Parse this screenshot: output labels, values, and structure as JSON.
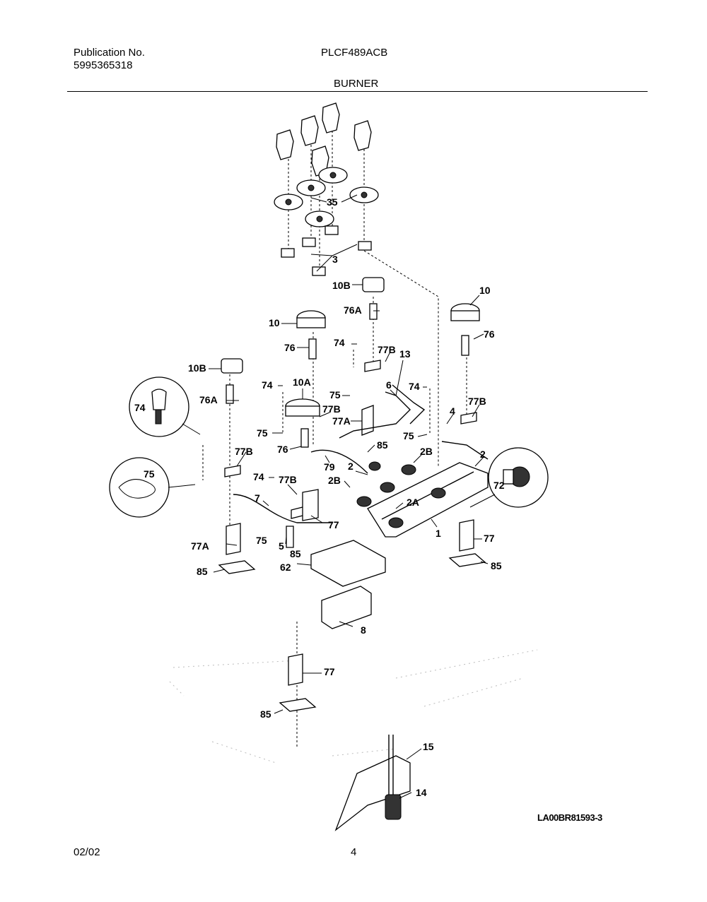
{
  "header": {
    "publication_label": "Publication No.",
    "publication_number": "5995365318",
    "model": "PLCF489ACB",
    "section_title": "BURNER"
  },
  "footer": {
    "date": "02/02",
    "page_number": "4",
    "drawing_code": "LA00BR81593-3"
  },
  "part_labels": {
    "p35": "35",
    "p3": "3",
    "p10B_top": "10B",
    "p10_right": "10",
    "p76_right": "76",
    "p76A_top": "76A",
    "p10_left": "10",
    "p76_left": "76",
    "p74_a": "74",
    "p77B_a": "77B",
    "p13": "13",
    "p10B_left": "10B",
    "p74_b": "74",
    "p10A": "10A",
    "p6": "6",
    "p74_c": "74",
    "p75_a": "75",
    "p77B_b": "77B",
    "p77A_a": "77A",
    "p76A_left": "76A",
    "p74_circle": "74",
    "p4": "4",
    "p77B_c": "77B",
    "p75_b": "75",
    "p75_c": "75",
    "p85_a": "85",
    "p76_mid": "76",
    "p2B_a": "2B",
    "p2_a": "2",
    "p79": "79",
    "p77B_d": "77B",
    "p75_circle": "75",
    "p2_b": "2",
    "p72": "72",
    "p74_d": "74",
    "p77B_e": "77B",
    "p2B_b": "2B",
    "p7": "7",
    "p2A": "2A",
    "p77_a": "77",
    "p1": "1",
    "p75_d": "75",
    "p77A_b": "77A",
    "p5": "5",
    "p85_b": "85",
    "p77_b": "77",
    "p85_c": "85",
    "p62": "62",
    "p85_d": "85",
    "p8": "8",
    "p77_c": "77",
    "p85_e": "85",
    "p15": "15",
    "p14": "14"
  }
}
